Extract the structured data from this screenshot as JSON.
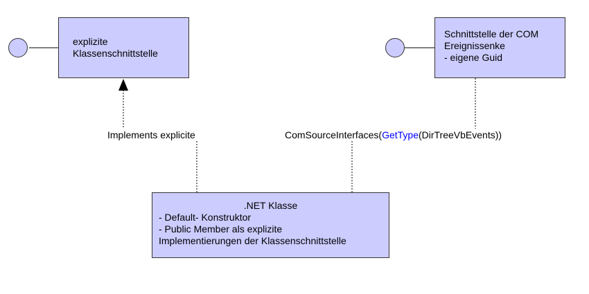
{
  "boxes": {
    "explicit_interface": {
      "lines": [
        "explizite",
        "Klassenschnittstelle"
      ]
    },
    "com_event_interface": {
      "lines": [
        "Schnittstelle der COM",
        "Ereignissenke",
        "- eigene Guid"
      ]
    },
    "net_class": {
      "title": ".NET Klasse",
      "lines": [
        "- Default- Konstruktor",
        "- Public Member als explizite",
        "Implementierungen der Klassenschnittstelle"
      ]
    }
  },
  "labels": {
    "implements": "Implements explicite",
    "com_source": {
      "prefix": "ComSourceInterfaces(",
      "keyword": "GetType",
      "suffix": "(DirTreeVbEvents))"
    }
  },
  "colors": {
    "box_fill": "#ccccff",
    "keyword": "#0000ff"
  }
}
